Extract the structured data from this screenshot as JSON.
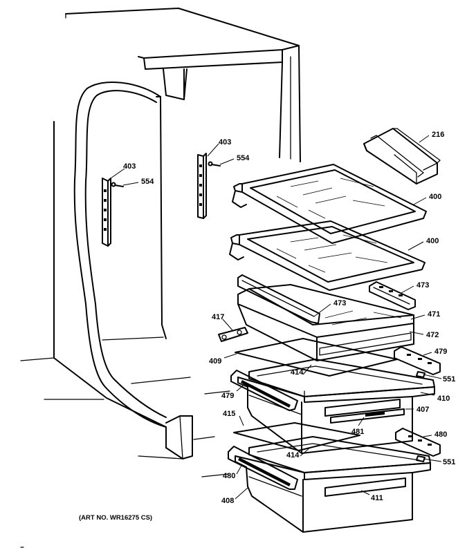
{
  "art_number": "(ART NO. WR16275 CS)",
  "labels": {
    "l216": "216",
    "l400a": "400",
    "l400b": "400",
    "l403a": "403",
    "l403b": "403",
    "l554a": "554",
    "l554b": "554",
    "l473a": "473",
    "l473b": "473",
    "l471": "471",
    "l472": "472",
    "l417": "417",
    "l409": "409",
    "l414a": "414",
    "l414b": "414",
    "l479a": "479",
    "l479b": "479",
    "l551a": "551",
    "l551b": "551",
    "l410": "410",
    "l407": "407",
    "l415": "415",
    "l481": "481",
    "l480a": "480",
    "l480b": "480",
    "l408": "408",
    "l411": "411"
  }
}
